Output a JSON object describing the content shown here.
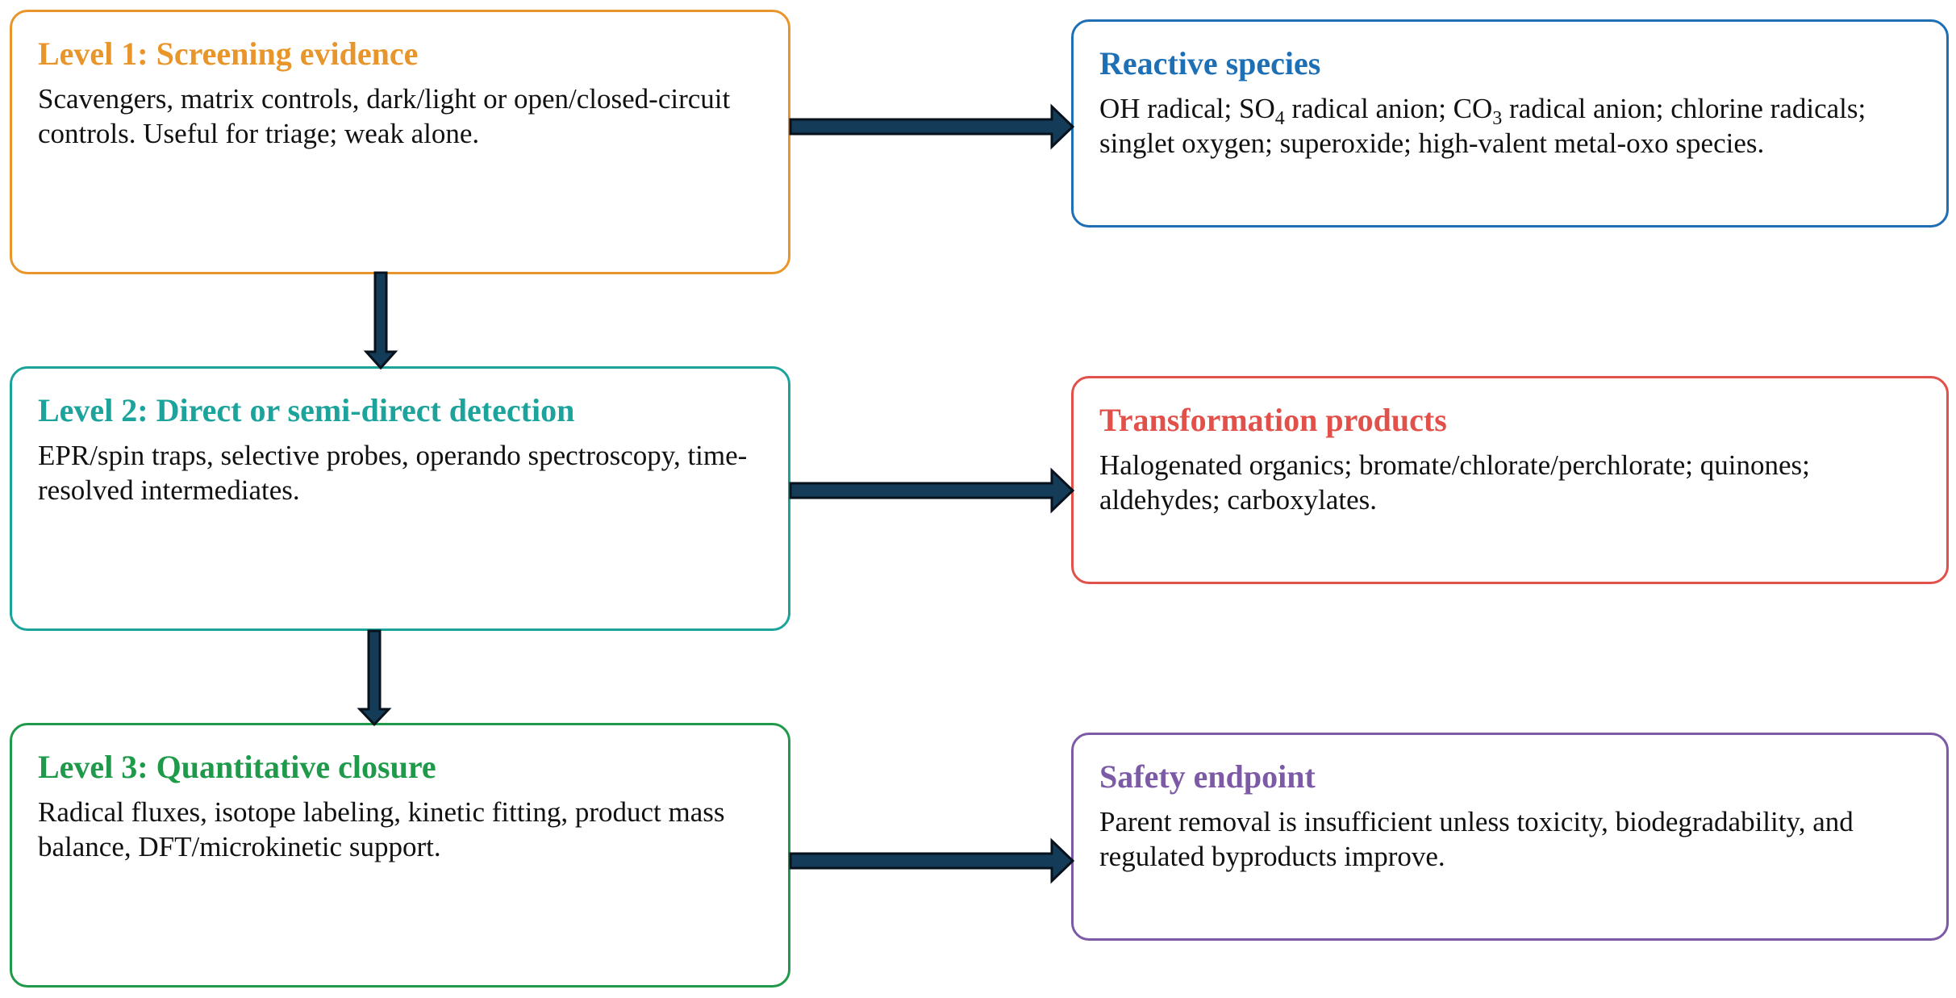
{
  "colors": {
    "level1": "#e8962c",
    "level2": "#1ba39c",
    "level3": "#1f9a4b",
    "reactive": "#1f6fb5",
    "products": "#e2504a",
    "safety": "#7d5aa6",
    "arrow_fill": "#143b57",
    "arrow_stroke": "#07121c"
  },
  "levels": [
    {
      "title": "Level 1: Screening evidence",
      "body": "Scavengers, matrix controls, dark/light or open/closed-circuit controls. Useful for triage; weak alone."
    },
    {
      "title": "Level 2: Direct or semi-direct detection",
      "body": "EPR/spin traps, selective probes, operando spectroscopy, time-resolved intermediates."
    },
    {
      "title": "Level 3: Quantitative closure",
      "body": "Radical fluxes, isotope labeling, kinetic fitting, product mass balance, DFT/microkinetic support."
    }
  ],
  "outcomes": [
    {
      "title": "Reactive species",
      "body": {
        "part1": "OH radical; SO",
        "sub1": "4",
        "part2": " radical anion; CO",
        "sub2": "3",
        "part3": " radical anion; chlorine radicals; singlet oxygen; superoxide; high-valent metal-oxo species."
      }
    },
    {
      "title": "Transformation products",
      "body": "Halogenated organics; bromate/chlorate/perchlorate; quinones; aldehydes; carboxylates."
    },
    {
      "title": "Safety endpoint",
      "body": "Parent removal is insufficient unless toxicity, biodegradability, and regulated byproducts improve."
    }
  ]
}
